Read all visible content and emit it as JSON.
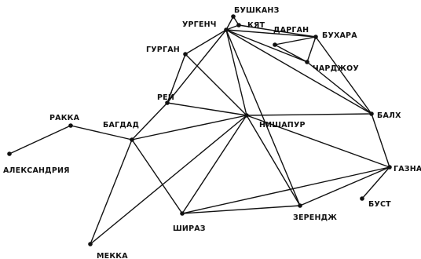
{
  "cities": [
    {
      "id": "alexandria",
      "label": "АЛЕКСАНДРИЯ"
    },
    {
      "id": "rakka",
      "label": "РАККА"
    },
    {
      "id": "baghdad",
      "label": "БАГДАД"
    },
    {
      "id": "mecca",
      "label": "МЕККА"
    },
    {
      "id": "shiraz",
      "label": "ШИРАЗ"
    },
    {
      "id": "rey",
      "label": "РЕЙ"
    },
    {
      "id": "gurgan",
      "label": "ГУРГАН"
    },
    {
      "id": "urgench",
      "label": "УРГЕНЧ"
    },
    {
      "id": "bushkanz",
      "label": "БУШКАНЗ"
    },
    {
      "id": "kyat",
      "label": "КЯТ"
    },
    {
      "id": "dargan",
      "label": "ДАРГАН"
    },
    {
      "id": "bukhara",
      "label": "БУХАРА"
    },
    {
      "id": "chardzhou",
      "label": "ЧАРДЖОУ"
    },
    {
      "id": "nishapur",
      "label": "НИШАПУР"
    },
    {
      "id": "balkh",
      "label": "БАЛХ"
    },
    {
      "id": "ghazna",
      "label": "ГАЗНА"
    },
    {
      "id": "bust",
      "label": "БУСТ"
    },
    {
      "id": "zerendzh",
      "label": "ЗЕРЕНДЖ"
    }
  ],
  "routes": [
    [
      "alexandria",
      "rakka"
    ],
    [
      "rakka",
      "baghdad"
    ],
    [
      "baghdad",
      "nishapur"
    ],
    [
      "baghdad",
      "rey"
    ],
    [
      "baghdad",
      "shiraz"
    ],
    [
      "baghdad",
      "mecca"
    ],
    [
      "mecca",
      "nishapur"
    ],
    [
      "rey",
      "gurgan"
    ],
    [
      "rey",
      "urgench"
    ],
    [
      "rey",
      "nishapur"
    ],
    [
      "gurgan",
      "urgench"
    ],
    [
      "gurgan",
      "nishapur"
    ],
    [
      "urgench",
      "nishapur"
    ],
    [
      "urgench",
      "kyat"
    ],
    [
      "urgench",
      "bushkanz"
    ],
    [
      "bushkanz",
      "kyat"
    ],
    [
      "urgench",
      "bukhara"
    ],
    [
      "urgench",
      "chardzhou"
    ],
    [
      "urgench",
      "balkh"
    ],
    [
      "urgench",
      "zerendzh"
    ],
    [
      "kyat",
      "bukhara"
    ],
    [
      "dargan",
      "bukhara"
    ],
    [
      "dargan",
      "chardzhou"
    ],
    [
      "chardzhou",
      "bukhara"
    ],
    [
      "bukhara",
      "balkh"
    ],
    [
      "chardzhou",
      "balkh"
    ],
    [
      "nishapur",
      "balkh"
    ],
    [
      "nishapur",
      "ghazna"
    ],
    [
      "nishapur",
      "shiraz"
    ],
    [
      "nishapur",
      "zerendzh"
    ],
    [
      "balkh",
      "ghazna"
    ],
    [
      "shiraz",
      "ghazna"
    ],
    [
      "shiraz",
      "zerendzh"
    ],
    [
      "zerendzh",
      "ghazna"
    ],
    [
      "bust",
      "ghazna"
    ]
  ]
}
